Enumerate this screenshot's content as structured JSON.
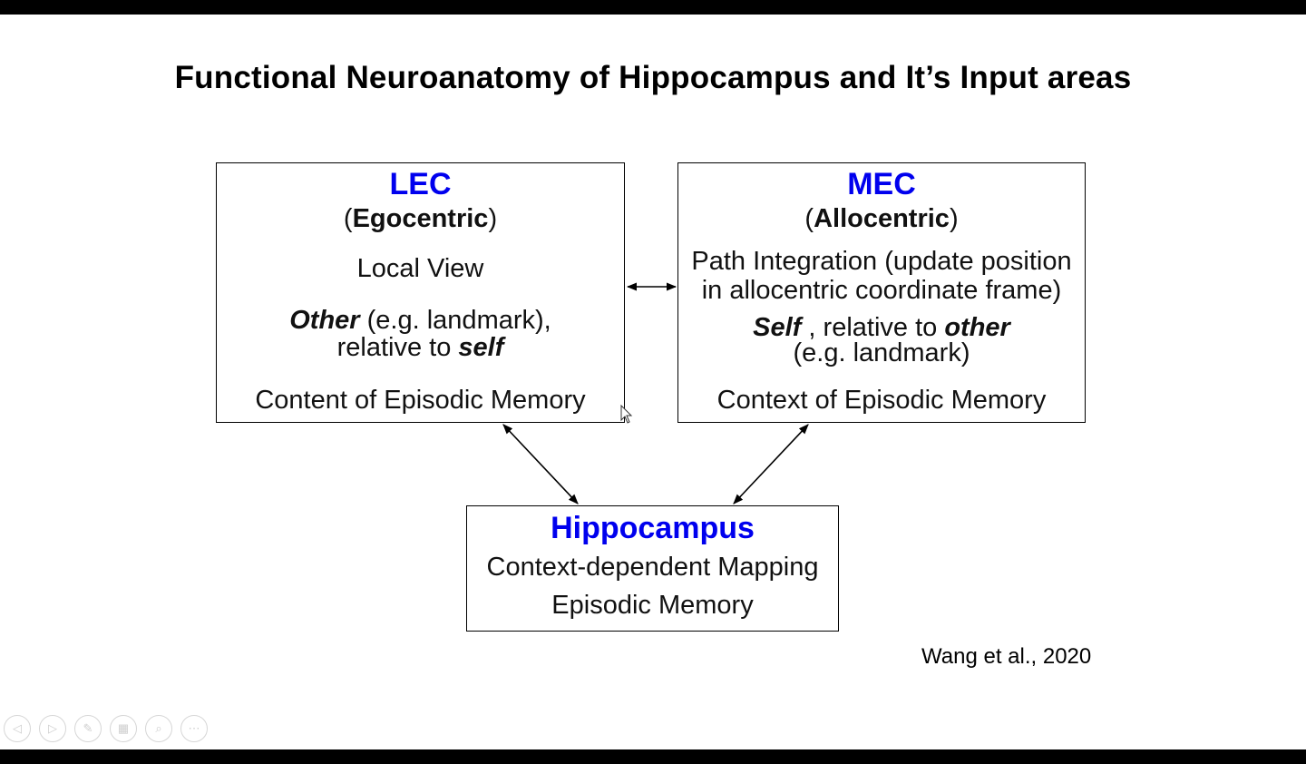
{
  "slide": {
    "title": "Functional Neuroanatomy of Hippocampus and It’s Input areas",
    "citation": "Wang et al., 2020",
    "accent_color": "#0000ee"
  },
  "lec": {
    "heading": "LEC",
    "paren_open": "(",
    "subtitle": "Egocentric",
    "paren_close": ")",
    "line1": "Local View",
    "line2_bold": "Other",
    "line2_rest": " (e.g. landmark),",
    "line3_pre": "relative to ",
    "line3_bold": "self",
    "line4": "Content of Episodic Memory"
  },
  "mec": {
    "heading": "MEC",
    "paren_open": "(",
    "subtitle": "Allocentric",
    "paren_close": ")",
    "line1": "Path Integration (update position",
    "line2": "in allocentric coordinate frame)",
    "line3_bold1": "Self",
    "line3_mid": " , relative to ",
    "line3_bold2": "other",
    "line4": "(e.g. landmark)",
    "line5": "Context of Episodic Memory"
  },
  "hippocampus": {
    "heading": "Hippocampus",
    "line1": "Context-dependent Mapping",
    "line2": "Episodic Memory"
  },
  "controls": [
    {
      "name": "previous-slide-icon",
      "glyph": "◁"
    },
    {
      "name": "next-slide-icon",
      "glyph": "▷"
    },
    {
      "name": "pen-icon",
      "glyph": "✎"
    },
    {
      "name": "see-all-slides-icon",
      "glyph": "▦"
    },
    {
      "name": "zoom-icon",
      "glyph": "⌕"
    },
    {
      "name": "more-options-icon",
      "glyph": "⋯"
    }
  ]
}
